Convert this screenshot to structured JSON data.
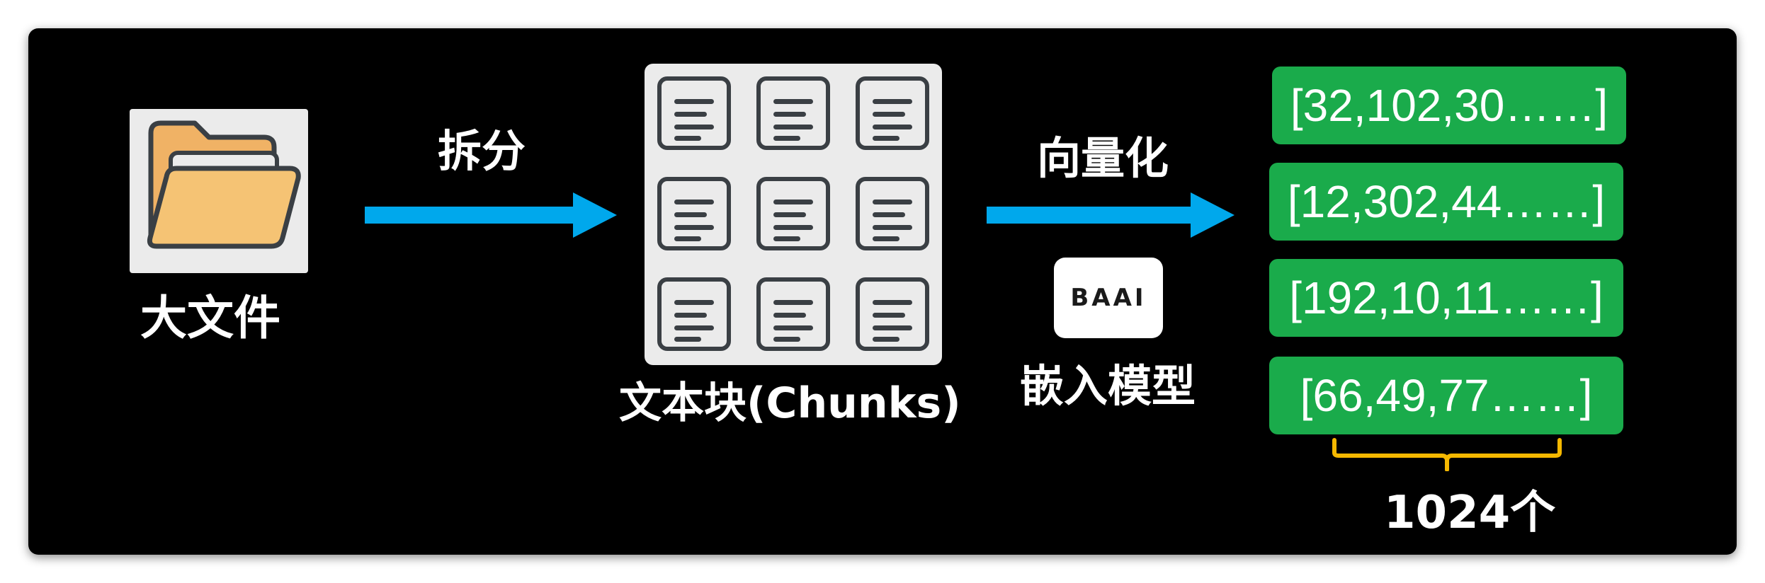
{
  "diagram": {
    "source_label": "大文件",
    "split_label": "拆分",
    "chunks_label": "文本块(Chunks)",
    "vectorize_label": "向量化",
    "model_logo_text": "BAAI",
    "model_label": "嵌入模型",
    "vectors": [
      "[32,102,30……]",
      "[12,302,44……]",
      "[192,10,11……]",
      "[66,49,77……]"
    ],
    "dimension_label": "1024个",
    "colors": {
      "background": "#000000",
      "arrow": "#00a8ec",
      "vector_fill": "#1aab4b",
      "brace": "#f5b800",
      "folder": "#f5c374",
      "icon_outline": "#3a3f44"
    },
    "icons": [
      "folder-icon",
      "document-chunk-icon",
      "baai-logo"
    ]
  }
}
